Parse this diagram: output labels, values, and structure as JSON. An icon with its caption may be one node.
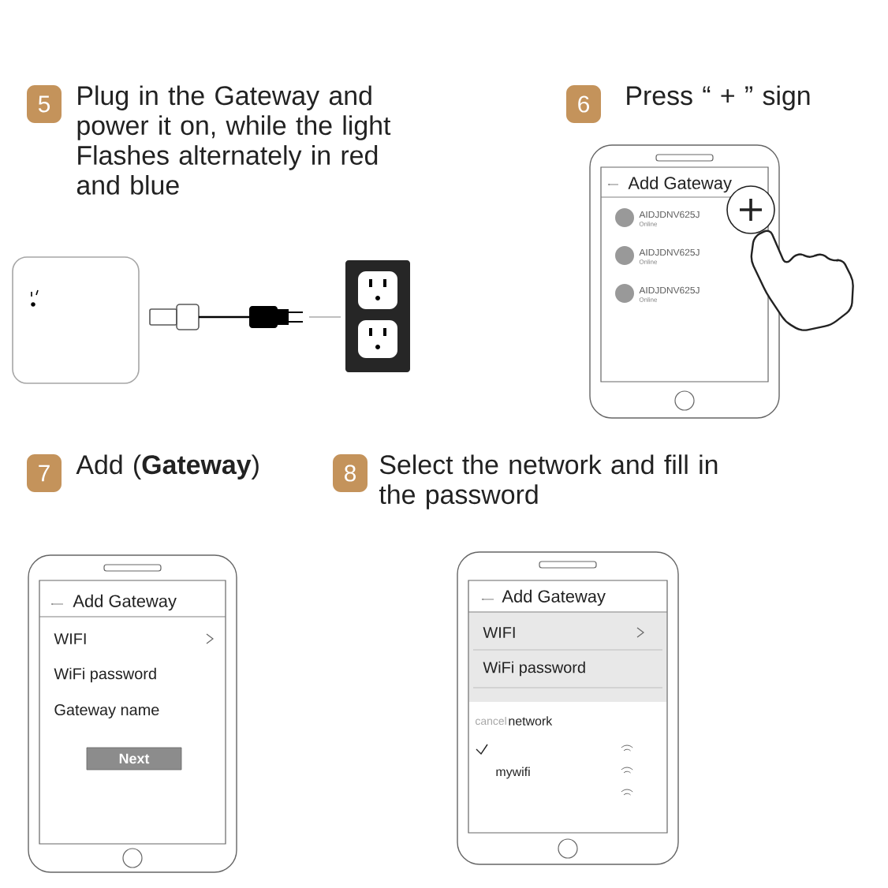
{
  "diagram": {
    "nodes": [
      {
        "text": [
          "5"
        ],
        "beside": [
          "Plug in the Gateway and power it on, while the light Flashes alternately in red and blue"
        ]
      },
      {
        "text": [
          "6"
        ],
        "beside": [
          "Press “ + ” sign"
        ]
      },
      {
        "text": [
          "7"
        ],
        "beside": [
          "Add (**Gateway**)"
        ]
      },
      {
        "text": [
          "8"
        ],
        "beside": [
          "Select the network and fill in the password"
        ]
      },
      {
        "text": [
          "Next"
        ]
      }
    ],
    "labels": [
      "Add Gateway",
      "AIDJDNV625J",
      "Online",
      "AIDJDNV625J",
      "Online",
      "AIDJDNV625J",
      "Online",
      "Add Gateway",
      "WIFI",
      "WiFi password",
      "Gateway name",
      "Add Gateway",
      "WIFI",
      "WiFi password",
      "cancel",
      "network",
      "mywifi"
    ]
  }
}
